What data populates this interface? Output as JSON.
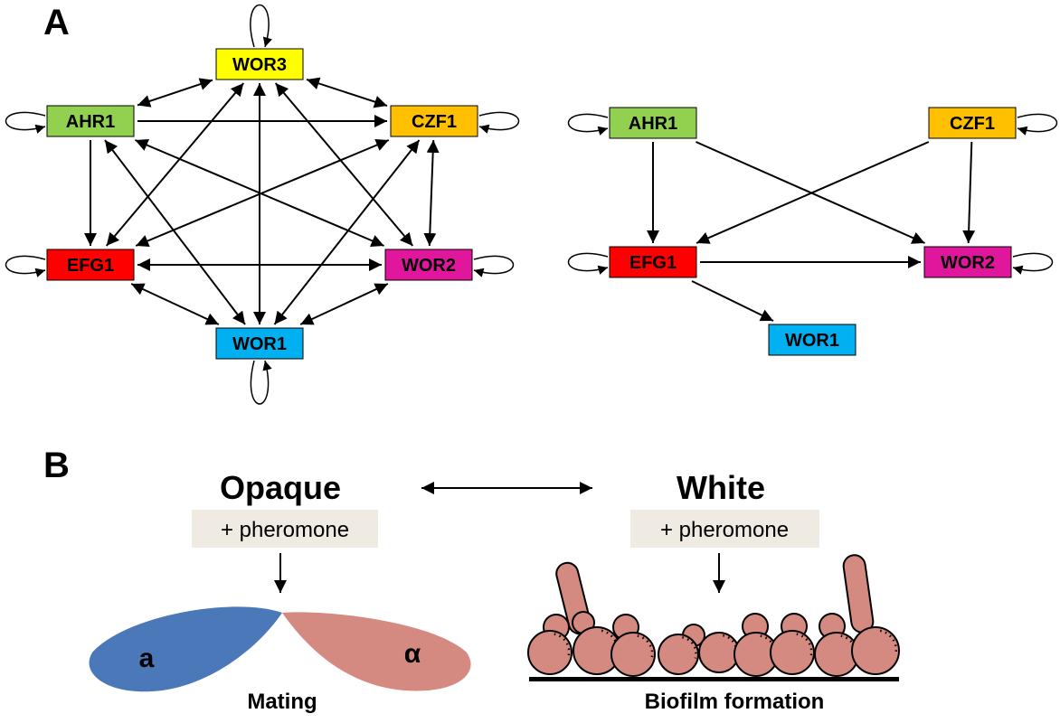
{
  "panel_a": {
    "letter": "A",
    "left_network": {
      "nodes": [
        {
          "id": "WOR3",
          "label": "WOR3",
          "color": "#ffff00"
        },
        {
          "id": "AHR1",
          "label": "AHR1",
          "color": "#92d050"
        },
        {
          "id": "CZF1",
          "label": "CZF1",
          "color": "#ffc000"
        },
        {
          "id": "EFG1",
          "label": "EFG1",
          "color": "#ff0000"
        },
        {
          "id": "WOR2",
          "label": "WOR2",
          "color": "#e0169c"
        },
        {
          "id": "WOR1",
          "label": "WOR1",
          "color": "#00b0f0"
        }
      ],
      "self_loops": [
        "WOR3",
        "AHR1",
        "CZF1",
        "EFG1",
        "WOR2",
        "WOR1"
      ],
      "edges": [
        {
          "from": "AHR1",
          "to": "WOR3",
          "bidirectional": true
        },
        {
          "from": "CZF1",
          "to": "WOR3",
          "bidirectional": true
        },
        {
          "from": "AHR1",
          "to": "CZF1",
          "bidirectional": false
        },
        {
          "from": "AHR1",
          "to": "EFG1",
          "bidirectional": false
        },
        {
          "from": "CZF1",
          "to": "WOR2",
          "bidirectional": true
        },
        {
          "from": "EFG1",
          "to": "WOR2",
          "bidirectional": true
        },
        {
          "from": "EFG1",
          "to": "WOR1",
          "bidirectional": true
        },
        {
          "from": "WOR2",
          "to": "WOR1",
          "bidirectional": true
        },
        {
          "from": "WOR3",
          "to": "WOR1",
          "bidirectional": true
        },
        {
          "from": "WOR3",
          "to": "EFG1",
          "bidirectional": true
        },
        {
          "from": "WOR3",
          "to": "WOR2",
          "bidirectional": true
        },
        {
          "from": "AHR1",
          "to": "WOR2",
          "bidirectional": true
        },
        {
          "from": "AHR1",
          "to": "WOR1",
          "bidirectional": true
        },
        {
          "from": "CZF1",
          "to": "EFG1",
          "bidirectional": true
        },
        {
          "from": "CZF1",
          "to": "WOR1",
          "bidirectional": true
        }
      ]
    },
    "right_network": {
      "nodes": [
        {
          "id": "AHR1",
          "label": "AHR1",
          "color": "#92d050"
        },
        {
          "id": "CZF1",
          "label": "CZF1",
          "color": "#ffc000"
        },
        {
          "id": "EFG1",
          "label": "EFG1",
          "color": "#ff0000"
        },
        {
          "id": "WOR2",
          "label": "WOR2",
          "color": "#e0169c"
        },
        {
          "id": "WOR1",
          "label": "WOR1",
          "color": "#00b0f0"
        }
      ],
      "self_loops": [
        "AHR1",
        "CZF1",
        "EFG1",
        "WOR2"
      ],
      "edges": [
        {
          "from": "AHR1",
          "to": "EFG1",
          "bidirectional": false
        },
        {
          "from": "AHR1",
          "to": "WOR2",
          "bidirectional": false
        },
        {
          "from": "CZF1",
          "to": "EFG1",
          "bidirectional": false
        },
        {
          "from": "CZF1",
          "to": "WOR2",
          "bidirectional": false
        },
        {
          "from": "EFG1",
          "to": "WOR2",
          "bidirectional": false
        },
        {
          "from": "EFG1",
          "to": "WOR1",
          "bidirectional": false
        }
      ]
    }
  },
  "panel_b": {
    "letter": "B",
    "opaque": {
      "title": "Opaque",
      "condition": "+ pheromone",
      "outcome": "Mating",
      "cell_a": "a",
      "cell_alpha": "α",
      "cell_a_color": "#4a78b8",
      "cell_alpha_color": "#d48a80"
    },
    "white": {
      "title": "White",
      "condition": "+ pheromone",
      "outcome": "Biofilm formation",
      "cell_color": "#d48a80"
    },
    "pheromone_box_color": "#efeae2"
  }
}
